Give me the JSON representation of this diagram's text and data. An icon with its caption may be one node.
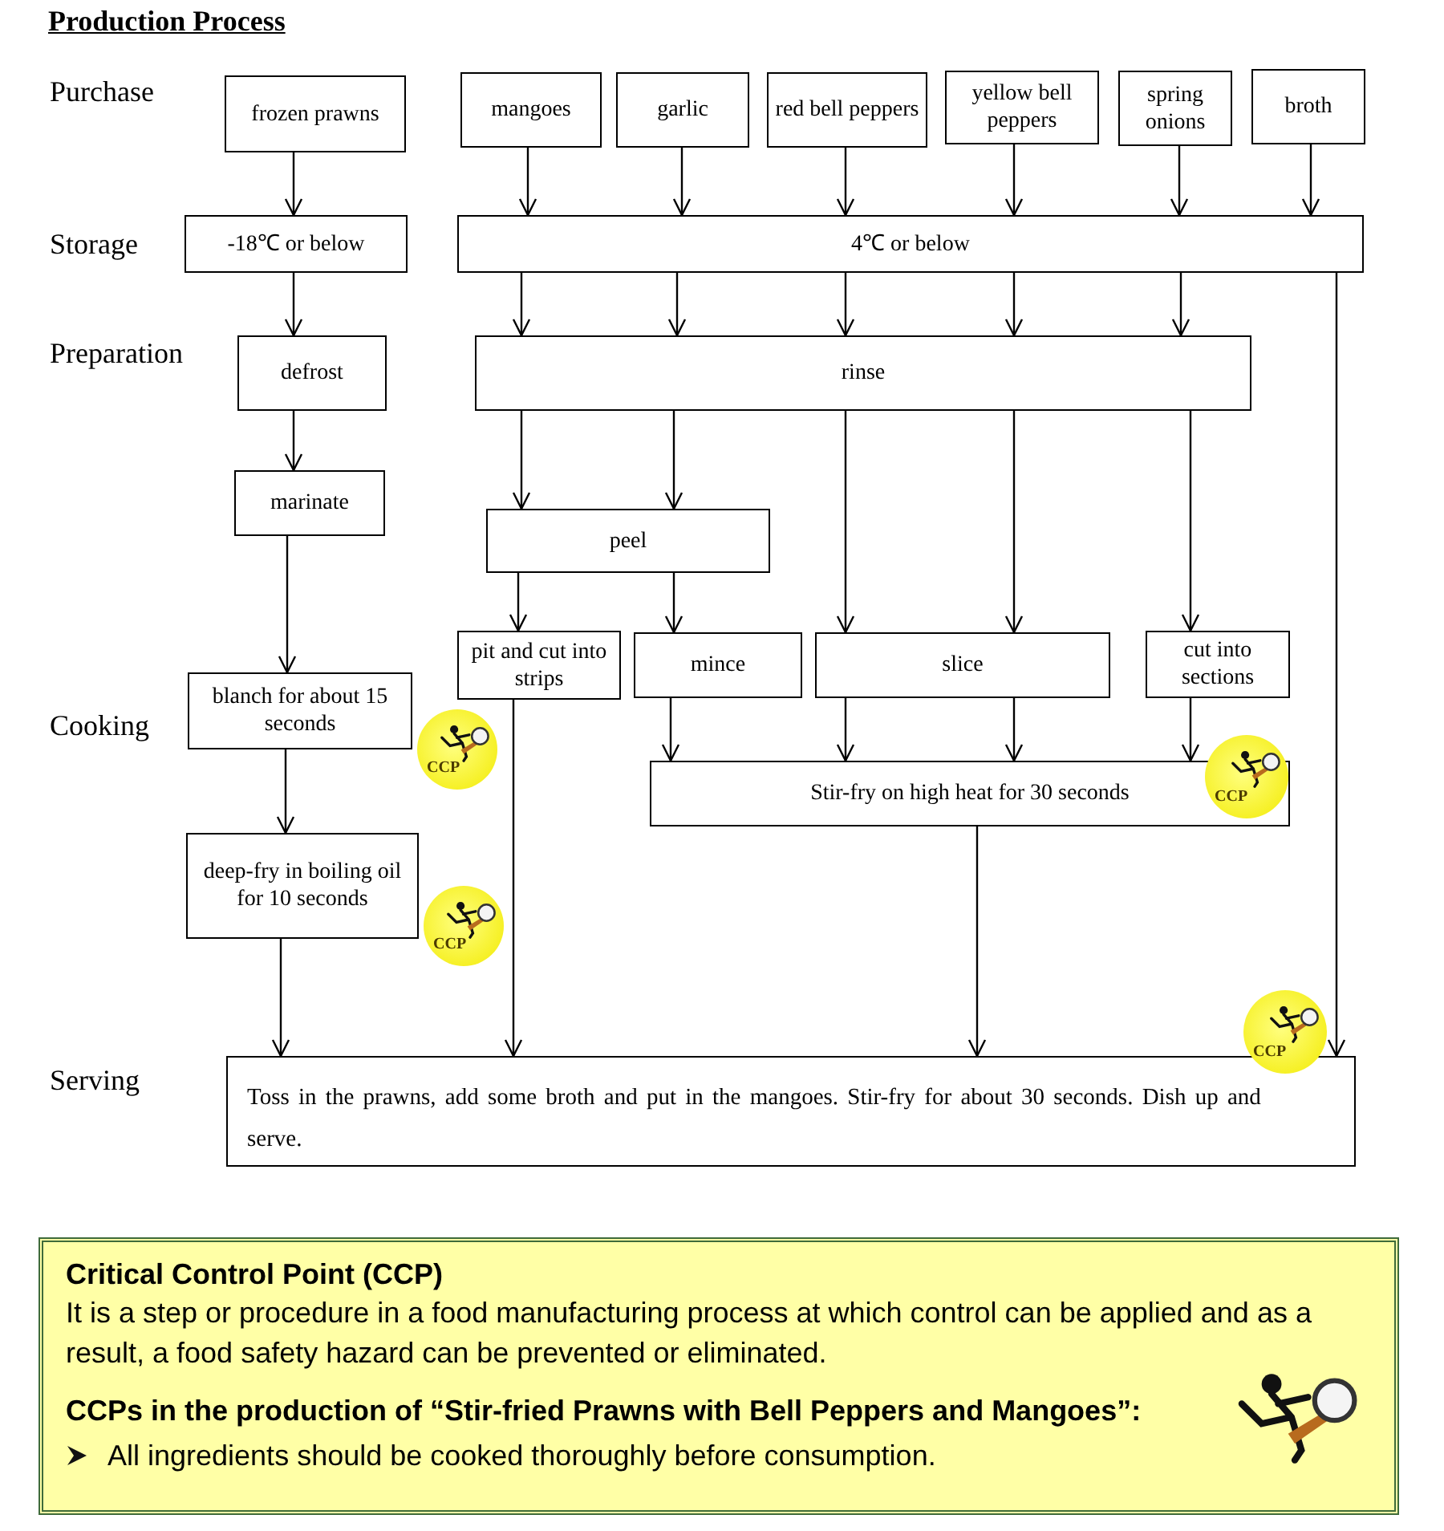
{
  "diagram": {
    "title": "Production Process",
    "nodes": [
      {
        "text": [
          "frozen prawns"
        ]
      },
      {
        "text": [
          "mangoes"
        ]
      },
      {
        "text": [
          "garlic"
        ]
      },
      {
        "text": [
          "red bell peppers"
        ]
      },
      {
        "text": [
          "yellow bell peppers"
        ]
      },
      {
        "text": [
          "spring onions"
        ]
      },
      {
        "text": [
          "broth"
        ]
      },
      {
        "text": [
          "-18℃ or below"
        ]
      },
      {
        "text": [
          "4℃ or below"
        ]
      },
      {
        "text": [
          "defrost"
        ]
      },
      {
        "text": [
          "rinse"
        ]
      },
      {
        "text": [
          "marinate"
        ]
      },
      {
        "text": [
          "peel"
        ]
      },
      {
        "text": [
          "pit and cut into strips"
        ]
      },
      {
        "text": [
          "mince"
        ]
      },
      {
        "text": [
          "slice"
        ]
      },
      {
        "text": [
          "cut into sections"
        ]
      },
      {
        "text": [
          "blanch for about 15 seconds"
        ]
      },
      {
        "text": [
          "Stir-fry on high heat for 30 seconds"
        ]
      },
      {
        "text": [
          "deep-fry in boiling oil for 10 seconds"
        ]
      },
      {
        "text": [
          "Toss in the prawns, add some broth and put in the mangoes. Stir-fry for about 30 seconds. Dish up and serve."
        ]
      },
      {
        "text": [
          "CCP"
        ]
      },
      {
        "text": [
          "CCP"
        ]
      },
      {
        "text": [
          "CCP"
        ]
      },
      {
        "text": [
          "CCP"
        ]
      },
      {
        "text": [
          "Critical Control Point (CCP)",
          "It is a step or procedure in a food manufacturing process at which control can be applied and as a result, a food safety hazard can be prevented or eliminated.",
          "CCPs in the production of “Stir-fried Prawns with Bell Peppers and Mangoes”:",
          "All ingredients should be cooked thoroughly before consumption."
        ]
      }
    ],
    "edges": [
      {
        "from": 0,
        "to": 7,
        "arrow": "to"
      },
      {
        "from": 1,
        "to": 8,
        "arrow": "to"
      },
      {
        "from": 2,
        "to": 8,
        "arrow": "to"
      },
      {
        "from": 3,
        "to": 8,
        "arrow": "to"
      },
      {
        "from": 4,
        "to": 8,
        "arrow": "to"
      },
      {
        "from": 5,
        "to": 8,
        "arrow": "to"
      },
      {
        "from": 6,
        "to": 8,
        "arrow": "to"
      },
      {
        "from": 7,
        "to": 9,
        "arrow": "to"
      },
      {
        "from": 8,
        "to": 10,
        "arrow": "to"
      },
      {
        "from": 8,
        "to": 10,
        "arrow": "to"
      },
      {
        "from": 8,
        "to": 10,
        "arrow": "to"
      },
      {
        "from": 8,
        "to": 10,
        "arrow": "to"
      },
      {
        "from": 8,
        "to": 10,
        "arrow": "to"
      },
      {
        "from": 9,
        "to": 11,
        "arrow": "to"
      },
      {
        "from": 10,
        "to": 12,
        "arrow": "to"
      },
      {
        "from": 10,
        "to": 12,
        "arrow": "to"
      },
      {
        "from": 10,
        "to": 15,
        "arrow": "to"
      },
      {
        "from": 10,
        "to": 15,
        "arrow": "to"
      },
      {
        "from": 10,
        "to": 16,
        "arrow": "to"
      },
      {
        "from": 11,
        "to": 17,
        "arrow": "to"
      },
      {
        "from": 12,
        "to": 13,
        "arrow": "to"
      },
      {
        "from": 12,
        "to": 14,
        "arrow": "to"
      },
      {
        "from": 13,
        "to": 20,
        "arrow": "to"
      },
      {
        "from": 14,
        "to": 18,
        "arrow": "to"
      },
      {
        "from": 15,
        "to": 18,
        "arrow": "to"
      },
      {
        "from": 15,
        "to": 18,
        "arrow": "to"
      },
      {
        "from": 16,
        "to": 18,
        "arrow": "to"
      },
      {
        "from": 17,
        "to": 19,
        "arrow": "to"
      },
      {
        "from": 19,
        "to": 20,
        "arrow": "to"
      },
      {
        "from": 18,
        "to": 20,
        "arrow": "to"
      },
      {
        "from": 8,
        "to": 20,
        "arrow": "to"
      }
    ],
    "labels": [
      "Purchase",
      "Storage",
      "Preparation",
      "Cooking",
      "Serving"
    ]
  }
}
